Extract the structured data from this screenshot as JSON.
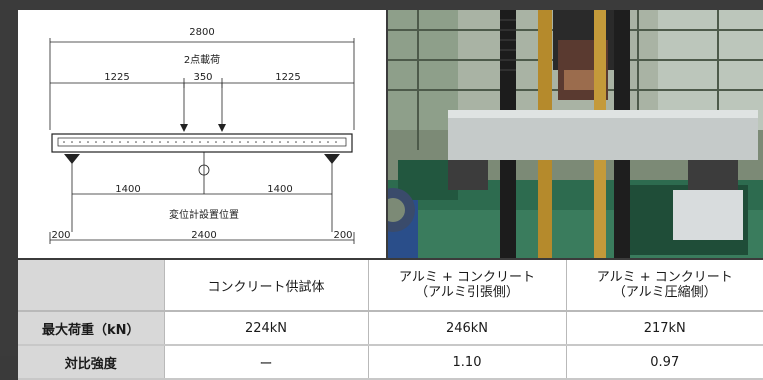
{
  "diagram": {
    "total_length": "2800",
    "load_label": "2点載荷",
    "left_span": "1225",
    "mid_span": "350",
    "right_span": "1225",
    "left_support_span": "1400",
    "right_support_span": "1400",
    "gauge_label": "変位計設置位置",
    "left_overhang": "200",
    "center_span": "2400",
    "right_overhang": "200"
  },
  "table": {
    "col_headers": [
      {
        "line1": "コンクリート供試体",
        "line2": ""
      },
      {
        "line1": "アルミ + コンクリート",
        "line2": "（アルミ引張側）"
      },
      {
        "line1": "アルミ + コンクリート",
        "line2": "（アルミ圧縮側）"
      }
    ],
    "rows": [
      {
        "label": "最大荷重（kN）",
        "values": [
          "224kN",
          "246kN",
          "217kN"
        ]
      },
      {
        "label": "対比強度",
        "values": [
          "ー",
          "1.10",
          "0.97"
        ]
      }
    ]
  }
}
